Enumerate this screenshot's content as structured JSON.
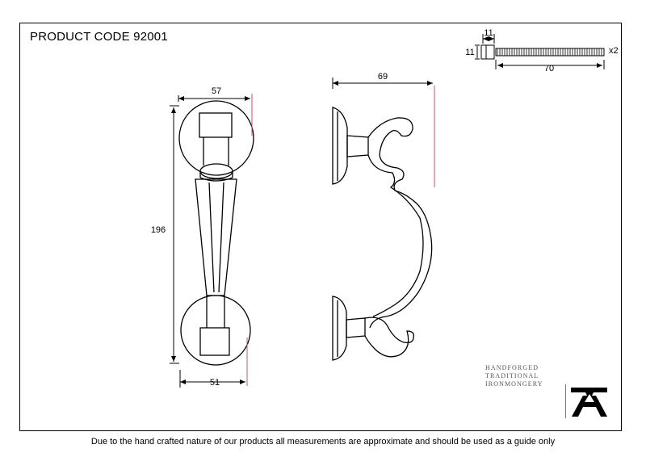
{
  "header": {
    "product_code": "PRODUCT CODE 92001"
  },
  "dimensions": {
    "front_width_top": "57",
    "front_height": "196",
    "front_width_bottom": "51",
    "side_depth": "69",
    "screw_head_width": "11",
    "screw_head_height": "11",
    "screw_length": "70",
    "screw_quantity": "x2"
  },
  "brand": {
    "lines": [
      "HANDFORGED",
      "TRADITIONAL",
      "IRONMONGERY"
    ],
    "logo_icon": "anvil-a-icon"
  },
  "footer": {
    "disclaimer": "Due to the hand crafted nature of our products all measurements are approximate and should be used as a guide only"
  },
  "colors": {
    "line": "#000000",
    "reference_line": "#c0576b"
  }
}
